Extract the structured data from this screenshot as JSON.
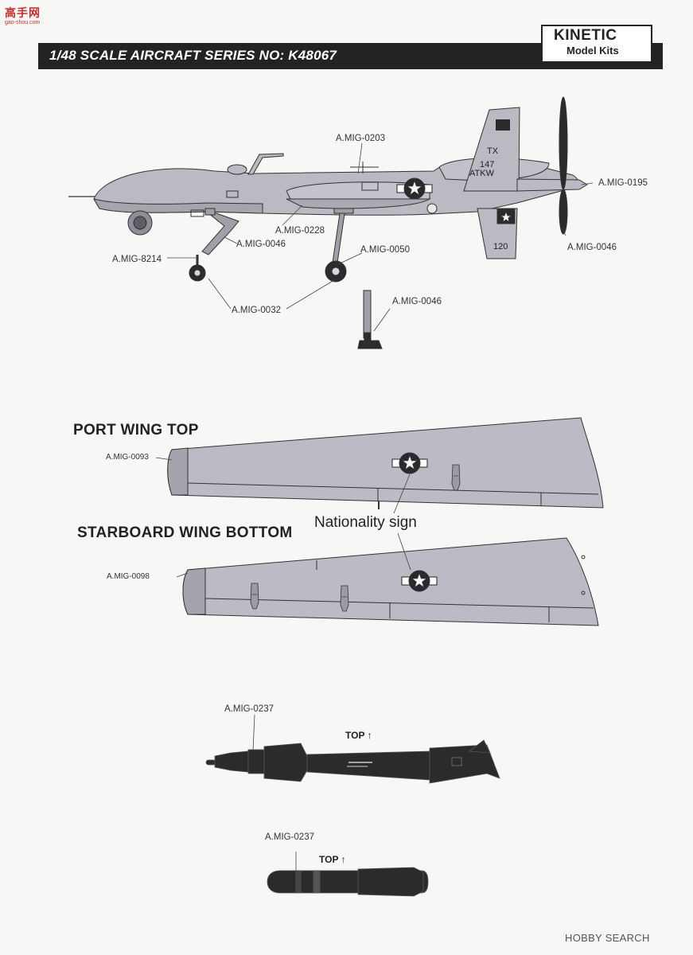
{
  "site_logo": {
    "chinese": "高手网",
    "sub": "gao-shou.com"
  },
  "header": {
    "series_title": "1/48 SCALE AIRCRAFT SERIES NO: K48067",
    "brand_main": "KINETIC",
    "brand_sub": "Model Kits"
  },
  "aircraft_markings": {
    "tail_code": "TX",
    "tail_unit_line1": "147",
    "tail_unit_line2": "ATKW",
    "tail_number": "120"
  },
  "callouts": {
    "c_0203": "A.MIG-0203",
    "c_0195": "A.MIG-0195",
    "c_0228": "A.MIG-0228",
    "c_0046a": "A.MIG-0046",
    "c_0046b": "A.MIG-0046",
    "c_8214": "A.MIG-8214",
    "c_0050": "A.MIG-0050",
    "c_0032": "A.MIG-0032",
    "c_0046c": "A.MIG-0046"
  },
  "wings": {
    "port_title": "PORT WING TOP",
    "port_callout": "A.MIG-0093",
    "starboard_title": "STARBOARD WING BOTTOM",
    "starboard_callout": "A.MIG-0098",
    "nationality_label": "Nationality sign"
  },
  "weapons": {
    "bomb_callout": "A.MIG-0237",
    "bomb_top": "TOP ↑",
    "missile_callout": "A.MIG-0237",
    "missile_top": "TOP ↑"
  },
  "watermark": "HOBBY SEARCH",
  "colors": {
    "aircraft_grey": "#b9bac2",
    "title_bar": "#232323",
    "ordnance": "#2b2b2e",
    "logo_red": "#c0302a"
  }
}
